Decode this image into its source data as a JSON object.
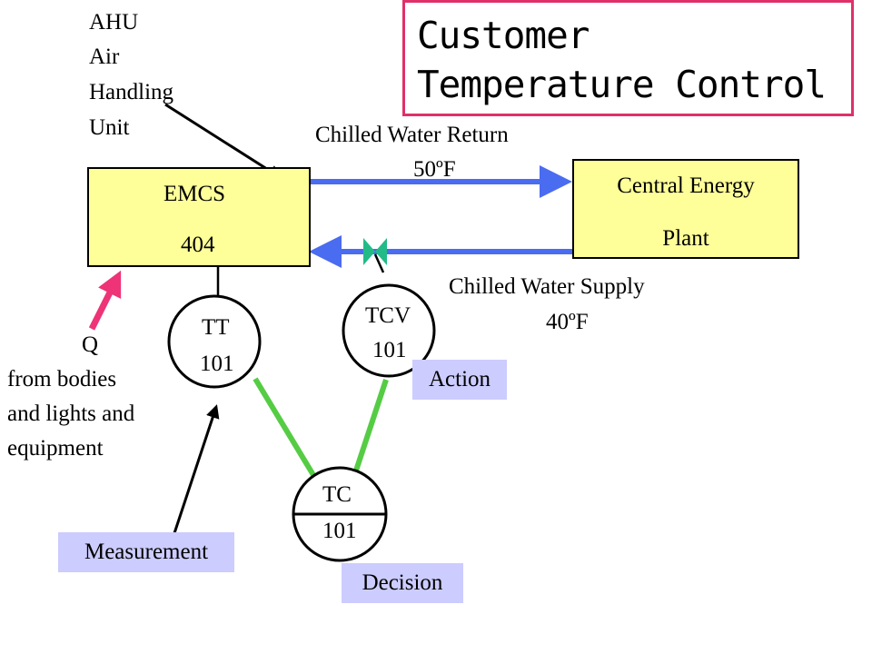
{
  "title": {
    "line1": "Customer",
    "line2": "Temperature Control"
  },
  "ahu_label": [
    "AHU",
    "Air",
    "Handling",
    "Unit"
  ],
  "emcs": {
    "name": "EMCS",
    "number": "404"
  },
  "plant": {
    "line1": "Central Energy",
    "line2": "Plant"
  },
  "chilled_water_return": {
    "label": "Chilled Water Return",
    "temp": "50ºF"
  },
  "chilled_water_supply": {
    "label": "Chilled Water Supply",
    "temp": "40ºF"
  },
  "heat_source": [
    "Q",
    "from bodies",
    "and lights and",
    "equipment"
  ],
  "tt": {
    "tag": "TT",
    "number": "101"
  },
  "tcv": {
    "tag": "TCV",
    "number": "101"
  },
  "tc": {
    "tag": "TC",
    "number": "101"
  },
  "labels": {
    "measurement": "Measurement",
    "action": "Action",
    "decision": "Decision"
  },
  "colors": {
    "title_border": "#e0306a",
    "box_fill": "#ffff99",
    "tag_fill": "#ccccff",
    "pipe": "#4a6cf0",
    "signal_line": "#55cc44",
    "heat_arrow": "#ee3377",
    "valve": "#22bb88"
  }
}
